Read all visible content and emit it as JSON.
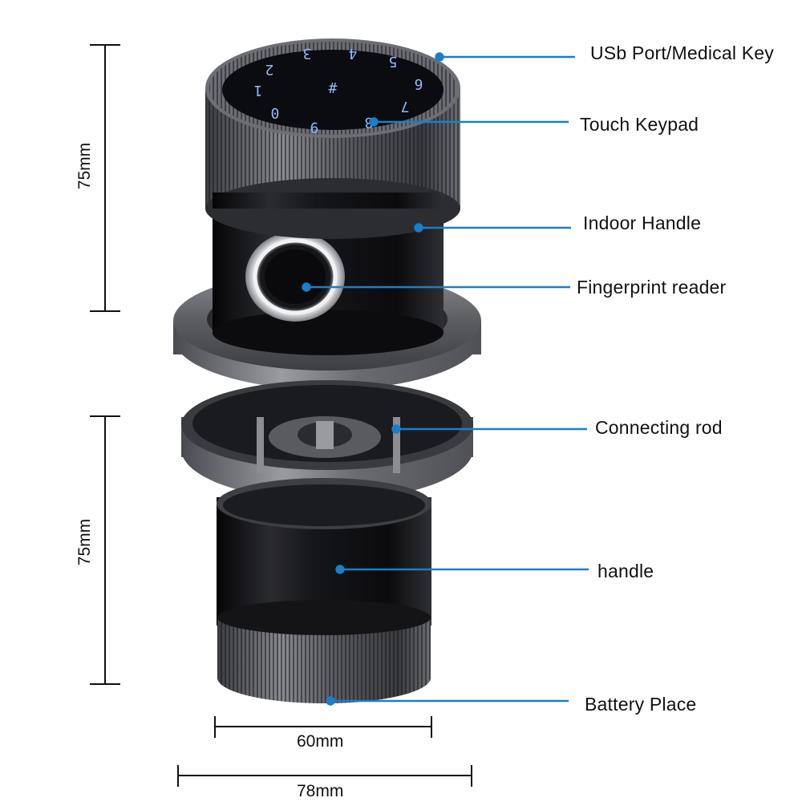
{
  "callouts": {
    "usb_port": "USb Port/Medical Key",
    "touch_keypad": "Touch Keypad",
    "indoor_handle": "Indoor Handle",
    "fingerprint_reader": "Fingerprint reader",
    "connecting_rod": "Connecting rod",
    "handle": "handle",
    "battery_place": "Battery Place"
  },
  "dimensions": {
    "upper_height": "75mm",
    "lower_height": "75mm",
    "inner_width": "60mm",
    "outer_width": "78mm"
  },
  "keypad_keys": [
    "2",
    "3",
    "4",
    "5",
    "1",
    "#",
    "6",
    "0",
    "9",
    "8",
    "7"
  ],
  "colors": {
    "leader_line": "#1a7fc9",
    "body_dark": "#141416",
    "metal_gray": "#6b6c70",
    "key_glow": "#8fb8ff"
  }
}
